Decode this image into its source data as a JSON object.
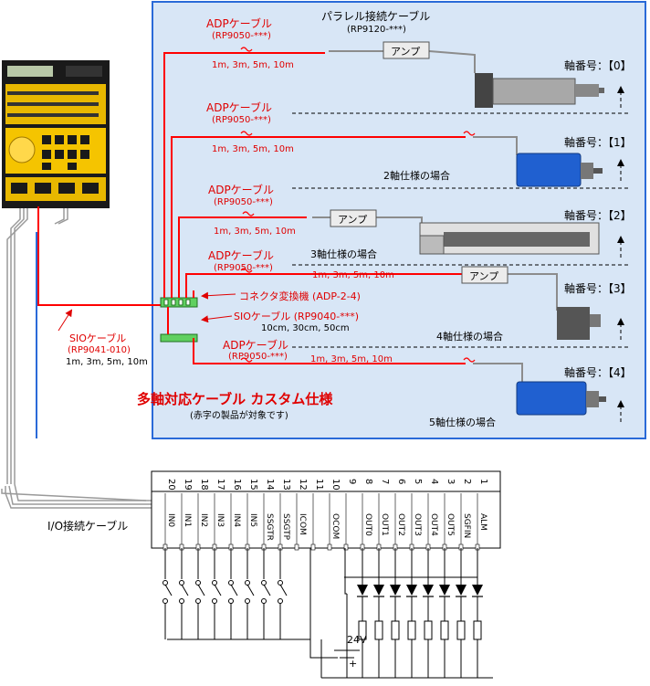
{
  "colors": {
    "panel_bg": "#d8e6f6",
    "panel_border": "#2a6ad8",
    "cable_red": "#ff0000",
    "cable_gray": "#8c8c8c",
    "controller_body": "#1a1a1a",
    "controller_key": "#f5c400",
    "motor_blue": "#2060d0",
    "motor_gray": "#a8a8a8"
  },
  "parallel_cable": {
    "title": "パラレル接続ケーブル",
    "part": "(RP9120-***)"
  },
  "adp_cables": [
    {
      "title": "ADPケーブル",
      "part": "(RP9050-***)",
      "lengths": "1m, 3m, 5m, 10m"
    },
    {
      "title": "ADPケーブル",
      "part": "(RP9050-***)",
      "lengths": "1m, 3m, 5m, 10m"
    },
    {
      "title": "ADPケーブル",
      "part": "(RP9050-***)",
      "lengths": "1m, 3m, 5m, 10m"
    },
    {
      "title": "ADPケーブル",
      "part": "(RP9050-***)",
      "lengths": "1m, 3m, 5m, 10m"
    },
    {
      "title": "ADPケーブル",
      "part": "(RP9050-***)",
      "lengths": "1m, 3m, 5m, 10m"
    }
  ],
  "amp_label": "アンプ",
  "axes": [
    {
      "label": "軸番号：【0】"
    },
    {
      "label": "軸番号：【1】",
      "spec": "2軸仕様の場合"
    },
    {
      "label": "軸番号：【2】",
      "spec": "3軸仕様の場合"
    },
    {
      "label": "軸番号：【3】",
      "spec": "4軸仕様の場合"
    },
    {
      "label": "軸番号：【4】",
      "spec": "5軸仕様の場合"
    }
  ],
  "converter": "コネクタ変換機 (ADP-2-4)",
  "sio_cable_short": {
    "title": "SIOケーブル (RP9040-***)",
    "lengths": "10cm, 30cm, 50cm"
  },
  "sio_cable_long": {
    "title": "SIOケーブル",
    "part": "(RP9041-010)",
    "lengths": "1m, 3m, 5m, 10m"
  },
  "custom_title": "多軸対応ケーブル カスタム仕様",
  "custom_note": "(赤字の製品が対象です)",
  "io_cable": "I/O接続ケーブル",
  "io_pins": [
    {
      "num": "20",
      "signal": "IN0"
    },
    {
      "num": "19",
      "signal": "IN1"
    },
    {
      "num": "18",
      "signal": "IN2"
    },
    {
      "num": "17",
      "signal": "IN3"
    },
    {
      "num": "16",
      "signal": "IN4"
    },
    {
      "num": "15",
      "signal": "IN5"
    },
    {
      "num": "14",
      "signal": "SSGTR"
    },
    {
      "num": "13",
      "signal": "SSGTP"
    },
    {
      "num": "12",
      "signal": "ICOM"
    },
    {
      "num": "11",
      "signal": ""
    },
    {
      "num": "10",
      "signal": "OCOM"
    },
    {
      "num": "9",
      "signal": ""
    },
    {
      "num": "8",
      "signal": "OUT0"
    },
    {
      "num": "7",
      "signal": "OUT1"
    },
    {
      "num": "6",
      "signal": "OUT2"
    },
    {
      "num": "5",
      "signal": "OUT3"
    },
    {
      "num": "4",
      "signal": "OUT4"
    },
    {
      "num": "3",
      "signal": "OUT5"
    },
    {
      "num": "2",
      "signal": "SGFIN"
    },
    {
      "num": "1",
      "signal": "ALM"
    }
  ],
  "supply_voltage": "24V",
  "plus_sign": "+"
}
